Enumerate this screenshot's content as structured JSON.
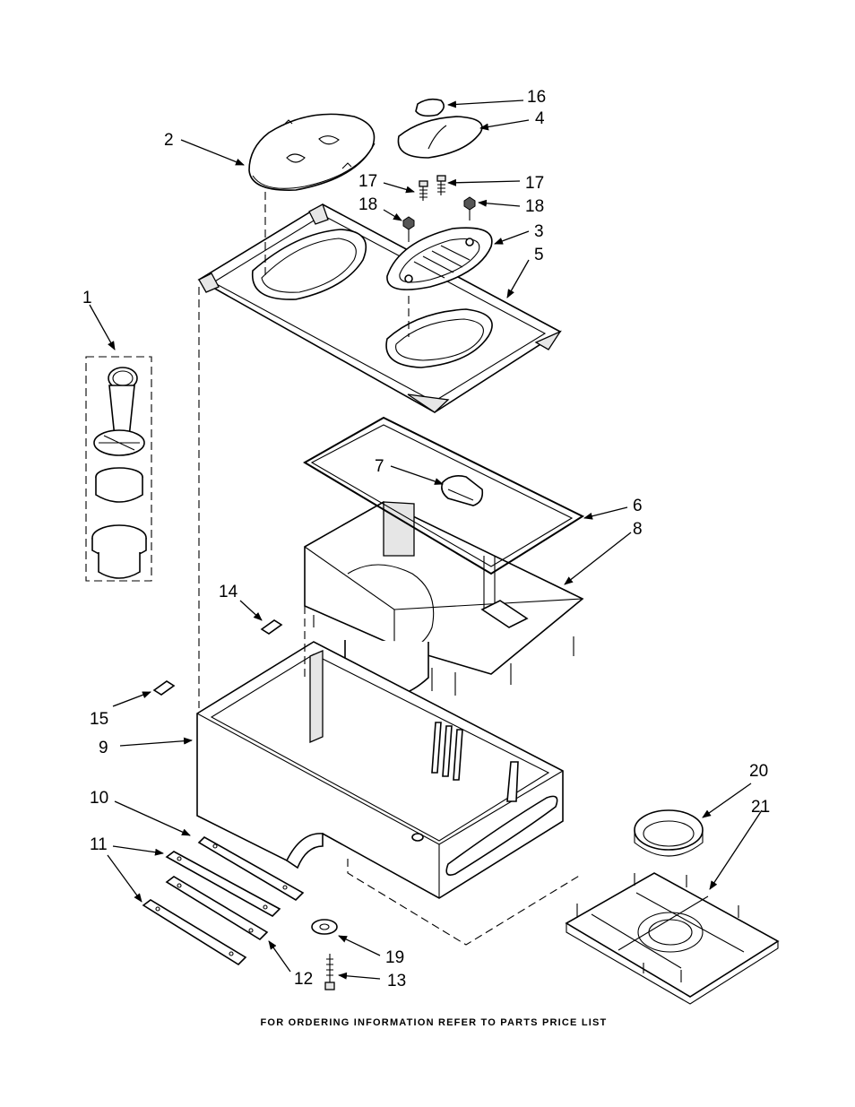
{
  "callouts": {
    "c1": "1",
    "c2": "2",
    "c3": "3",
    "c4": "4",
    "c5": "5",
    "c6": "6",
    "c7": "7",
    "c8": "8",
    "c9": "9",
    "c10": "10",
    "c11": "11",
    "c12": "12",
    "c13": "13",
    "c14": "14",
    "c15": "15",
    "c16": "16",
    "c17a": "17",
    "c17b": "17",
    "c18a": "18",
    "c18b": "18",
    "c19": "19",
    "c20": "20",
    "c21": "21"
  },
  "footer": {
    "text": "FOR ORDERING INFORMATION REFER TO PARTS PRICE LIST"
  }
}
